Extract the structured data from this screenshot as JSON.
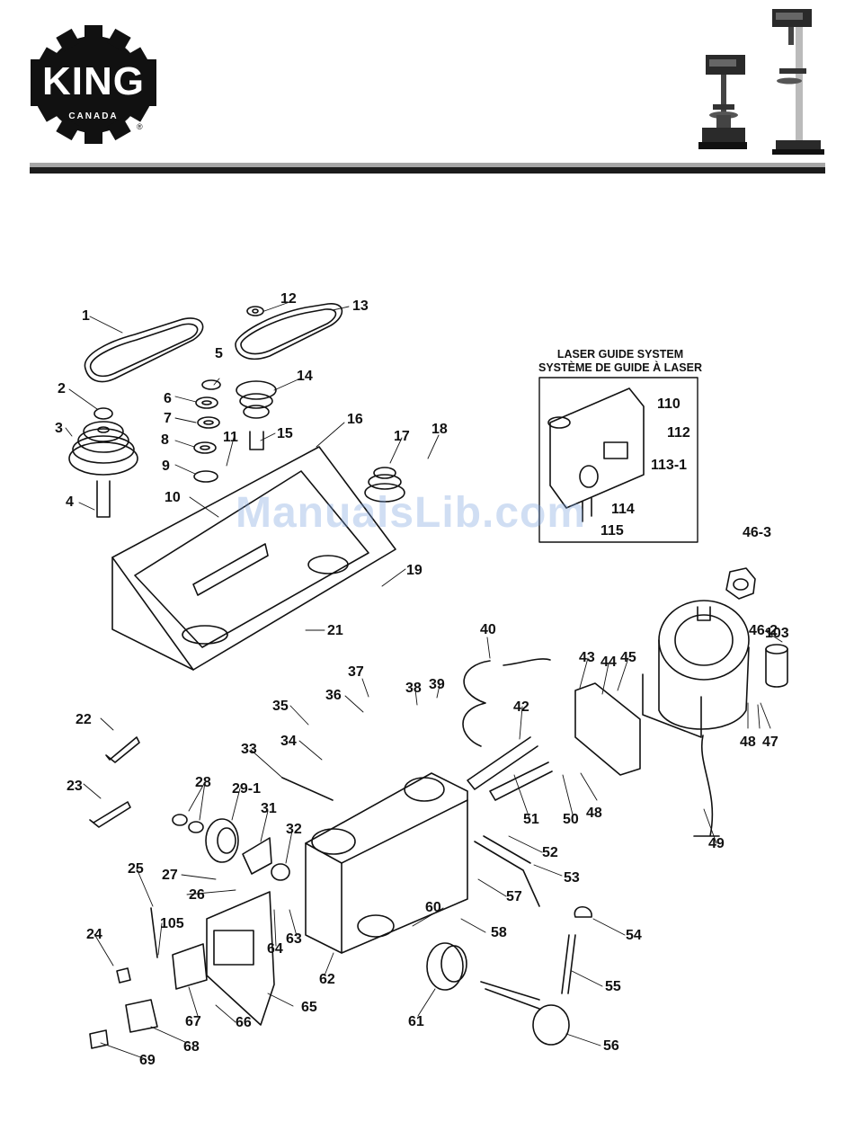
{
  "brand": {
    "name": "KING",
    "subtitle": "CANADA",
    "registered": "®"
  },
  "laser_guide": {
    "title_en": "LASER GUIDE SYSTEM",
    "title_fr": "SYSTÈME DE GUIDE À LASER",
    "parts": [
      "110",
      "112",
      "113-1",
      "114",
      "115"
    ]
  },
  "watermark": "ManualsLib.com",
  "parts": [
    "1",
    "2",
    "3",
    "4",
    "5",
    "6",
    "7",
    "8",
    "9",
    "10",
    "11",
    "12",
    "13",
    "14",
    "15",
    "16",
    "17",
    "18",
    "19",
    "21",
    "22",
    "23",
    "24",
    "25",
    "26",
    "27",
    "28",
    "29-1",
    "31",
    "32",
    "33",
    "34",
    "35",
    "36",
    "37",
    "38",
    "39",
    "40",
    "42",
    "43",
    "44",
    "45",
    "46-2",
    "46-3",
    "47",
    "48",
    "48",
    "49",
    "50",
    "51",
    "52",
    "53",
    "54",
    "55",
    "56",
    "57",
    "58",
    "60",
    "61",
    "62",
    "63",
    "64",
    "65",
    "66",
    "67",
    "68",
    "69",
    "103",
    "105"
  ],
  "colors": {
    "header_rule": "#1c1c1c",
    "header_rule_light": "#a6a6a6",
    "ink": "#111111"
  }
}
